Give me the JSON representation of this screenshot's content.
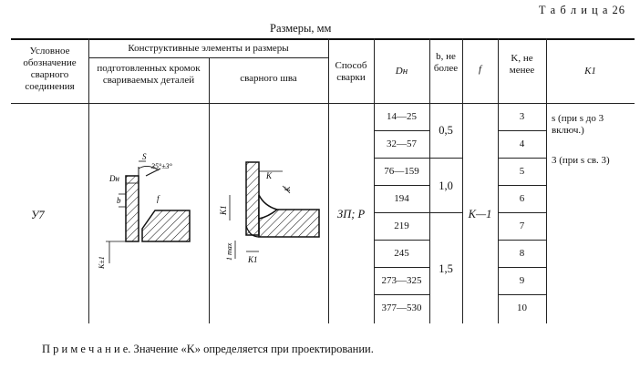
{
  "table_label": "Т а б л и ц а  26",
  "units_caption": "Размеры, мм",
  "headers": {
    "designation": "Условное обозначение сварного соединения",
    "constructive": "Конструктивные элементы и размеры",
    "prepared_edges": "подготовленных кромок свариваемых деталей",
    "weld_seam": "сварного шва",
    "method": "Способ сварки",
    "dn": "Dн",
    "b": "b, не более",
    "f": "f",
    "k": "K, не менее",
    "k1": "K1"
  },
  "row": {
    "designation": "У7",
    "method": "ЗП; Р",
    "f": "K—1",
    "dn_values": [
      "14—25",
      "32—57",
      "76—159",
      "194",
      "219",
      "245",
      "273—325",
      "377—530"
    ],
    "b_values": [
      "0,5",
      "1,0",
      "1,5"
    ],
    "k_values": [
      "3",
      "4",
      "5",
      "6",
      "7",
      "8",
      "9",
      "10"
    ],
    "k1_values": [
      "s (при s до 3 включ.)",
      "3 (при s св. 3)"
    ]
  },
  "drawing_labels": {
    "left": [
      "Dн",
      "S",
      "35°±3°",
      "b",
      "f",
      "K±1"
    ],
    "right": [
      "K",
      "K",
      "K1",
      "1 max",
      "K1"
    ]
  },
  "note": "П р и м е ч а н и е. Значение «K» определяется при проектировании."
}
